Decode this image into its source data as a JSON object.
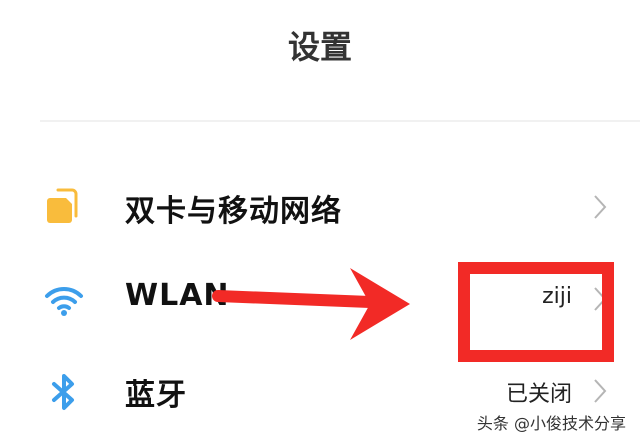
{
  "header": {
    "title": "设置"
  },
  "settings": {
    "items": [
      {
        "id": "dual-sim",
        "label": "双卡与移动网络",
        "value": "",
        "icon": "sim-cards-icon",
        "icon_color": "#F9BC3C"
      },
      {
        "id": "wlan",
        "label": "WLAN",
        "value": "ziji",
        "icon": "wifi-icon",
        "icon_color": "#3C9EEB"
      },
      {
        "id": "bluetooth",
        "label": "蓝牙",
        "value": "已关闭",
        "icon": "bluetooth-icon",
        "icon_color": "#3C9EEB"
      }
    ]
  },
  "annotations": {
    "highlight_color": "#F22A26"
  },
  "watermark": {
    "text": "头条 @小俊技术分享"
  }
}
